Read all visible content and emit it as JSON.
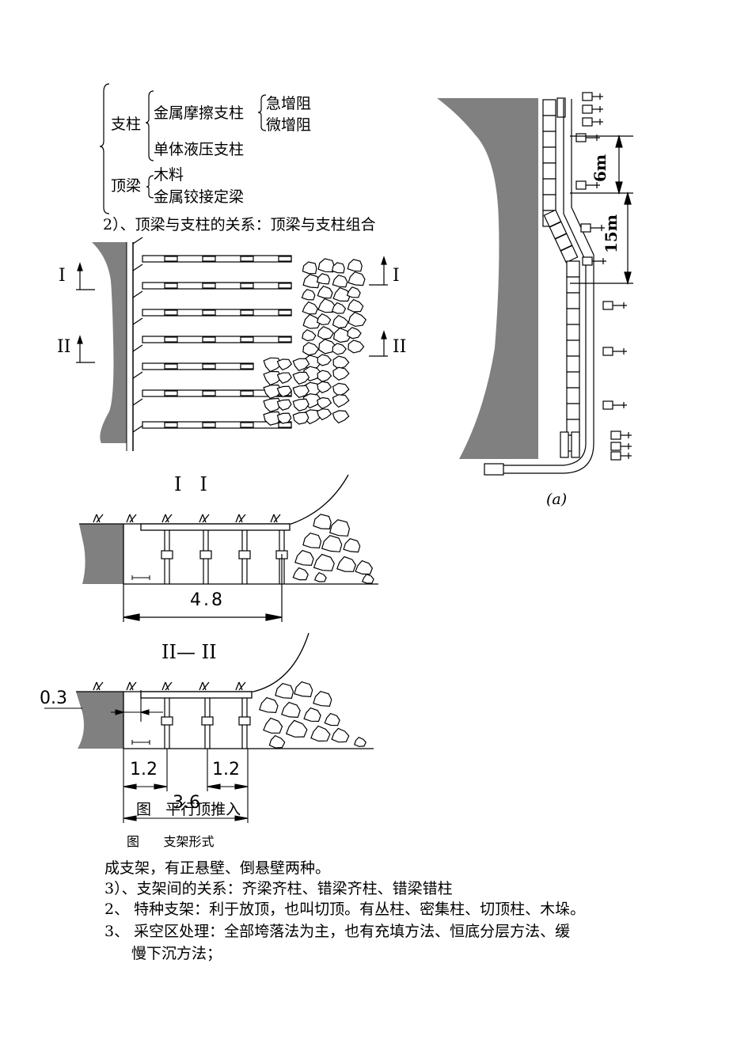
{
  "tree": {
    "zhizhu": "支柱",
    "jinshu": "金属摩擦支柱",
    "jizengzu": "急增阻",
    "weizengzu": "微增阻",
    "danti": "单体液压支柱",
    "dingliang": "顶梁",
    "muliao": "木料",
    "jiaojie": "金属铰接定梁"
  },
  "line2": "2）、顶梁与支柱的关系：顶梁与支柱组合",
  "plan": {
    "sec_I_left": "I",
    "sec_I_right": "I",
    "sec_II_left": "II",
    "sec_II_right": "II"
  },
  "section1": {
    "title": "I   I",
    "dim": "4.8"
  },
  "section2": {
    "title": "II— II",
    "dim_left": "0.3",
    "dim_a": "1.2",
    "dim_b": "1.2",
    "dim_total": "3.6",
    "caption": "图   平行顶推入"
  },
  "fig_caption": "图      支架形式",
  "figA": {
    "dim_6m": "6m",
    "dim_15m": "15m",
    "label": "(a)"
  },
  "body": {
    "p1": "成支架，有正悬壁、倒悬壁两种。",
    "p2": "3）、支架间的关系：齐梁齐柱、错梁齐柱、错梁错柱",
    "p3": "2、 特种支架：利于放顶，也叫切顶。有丛柱、密集柱、切顶柱、木垛。",
    "p4a": "3、 采空区处理：全部垮落法为主，也有充填方法、恒底分层方法、缓",
    "p4b": "慢下沉方法；"
  }
}
